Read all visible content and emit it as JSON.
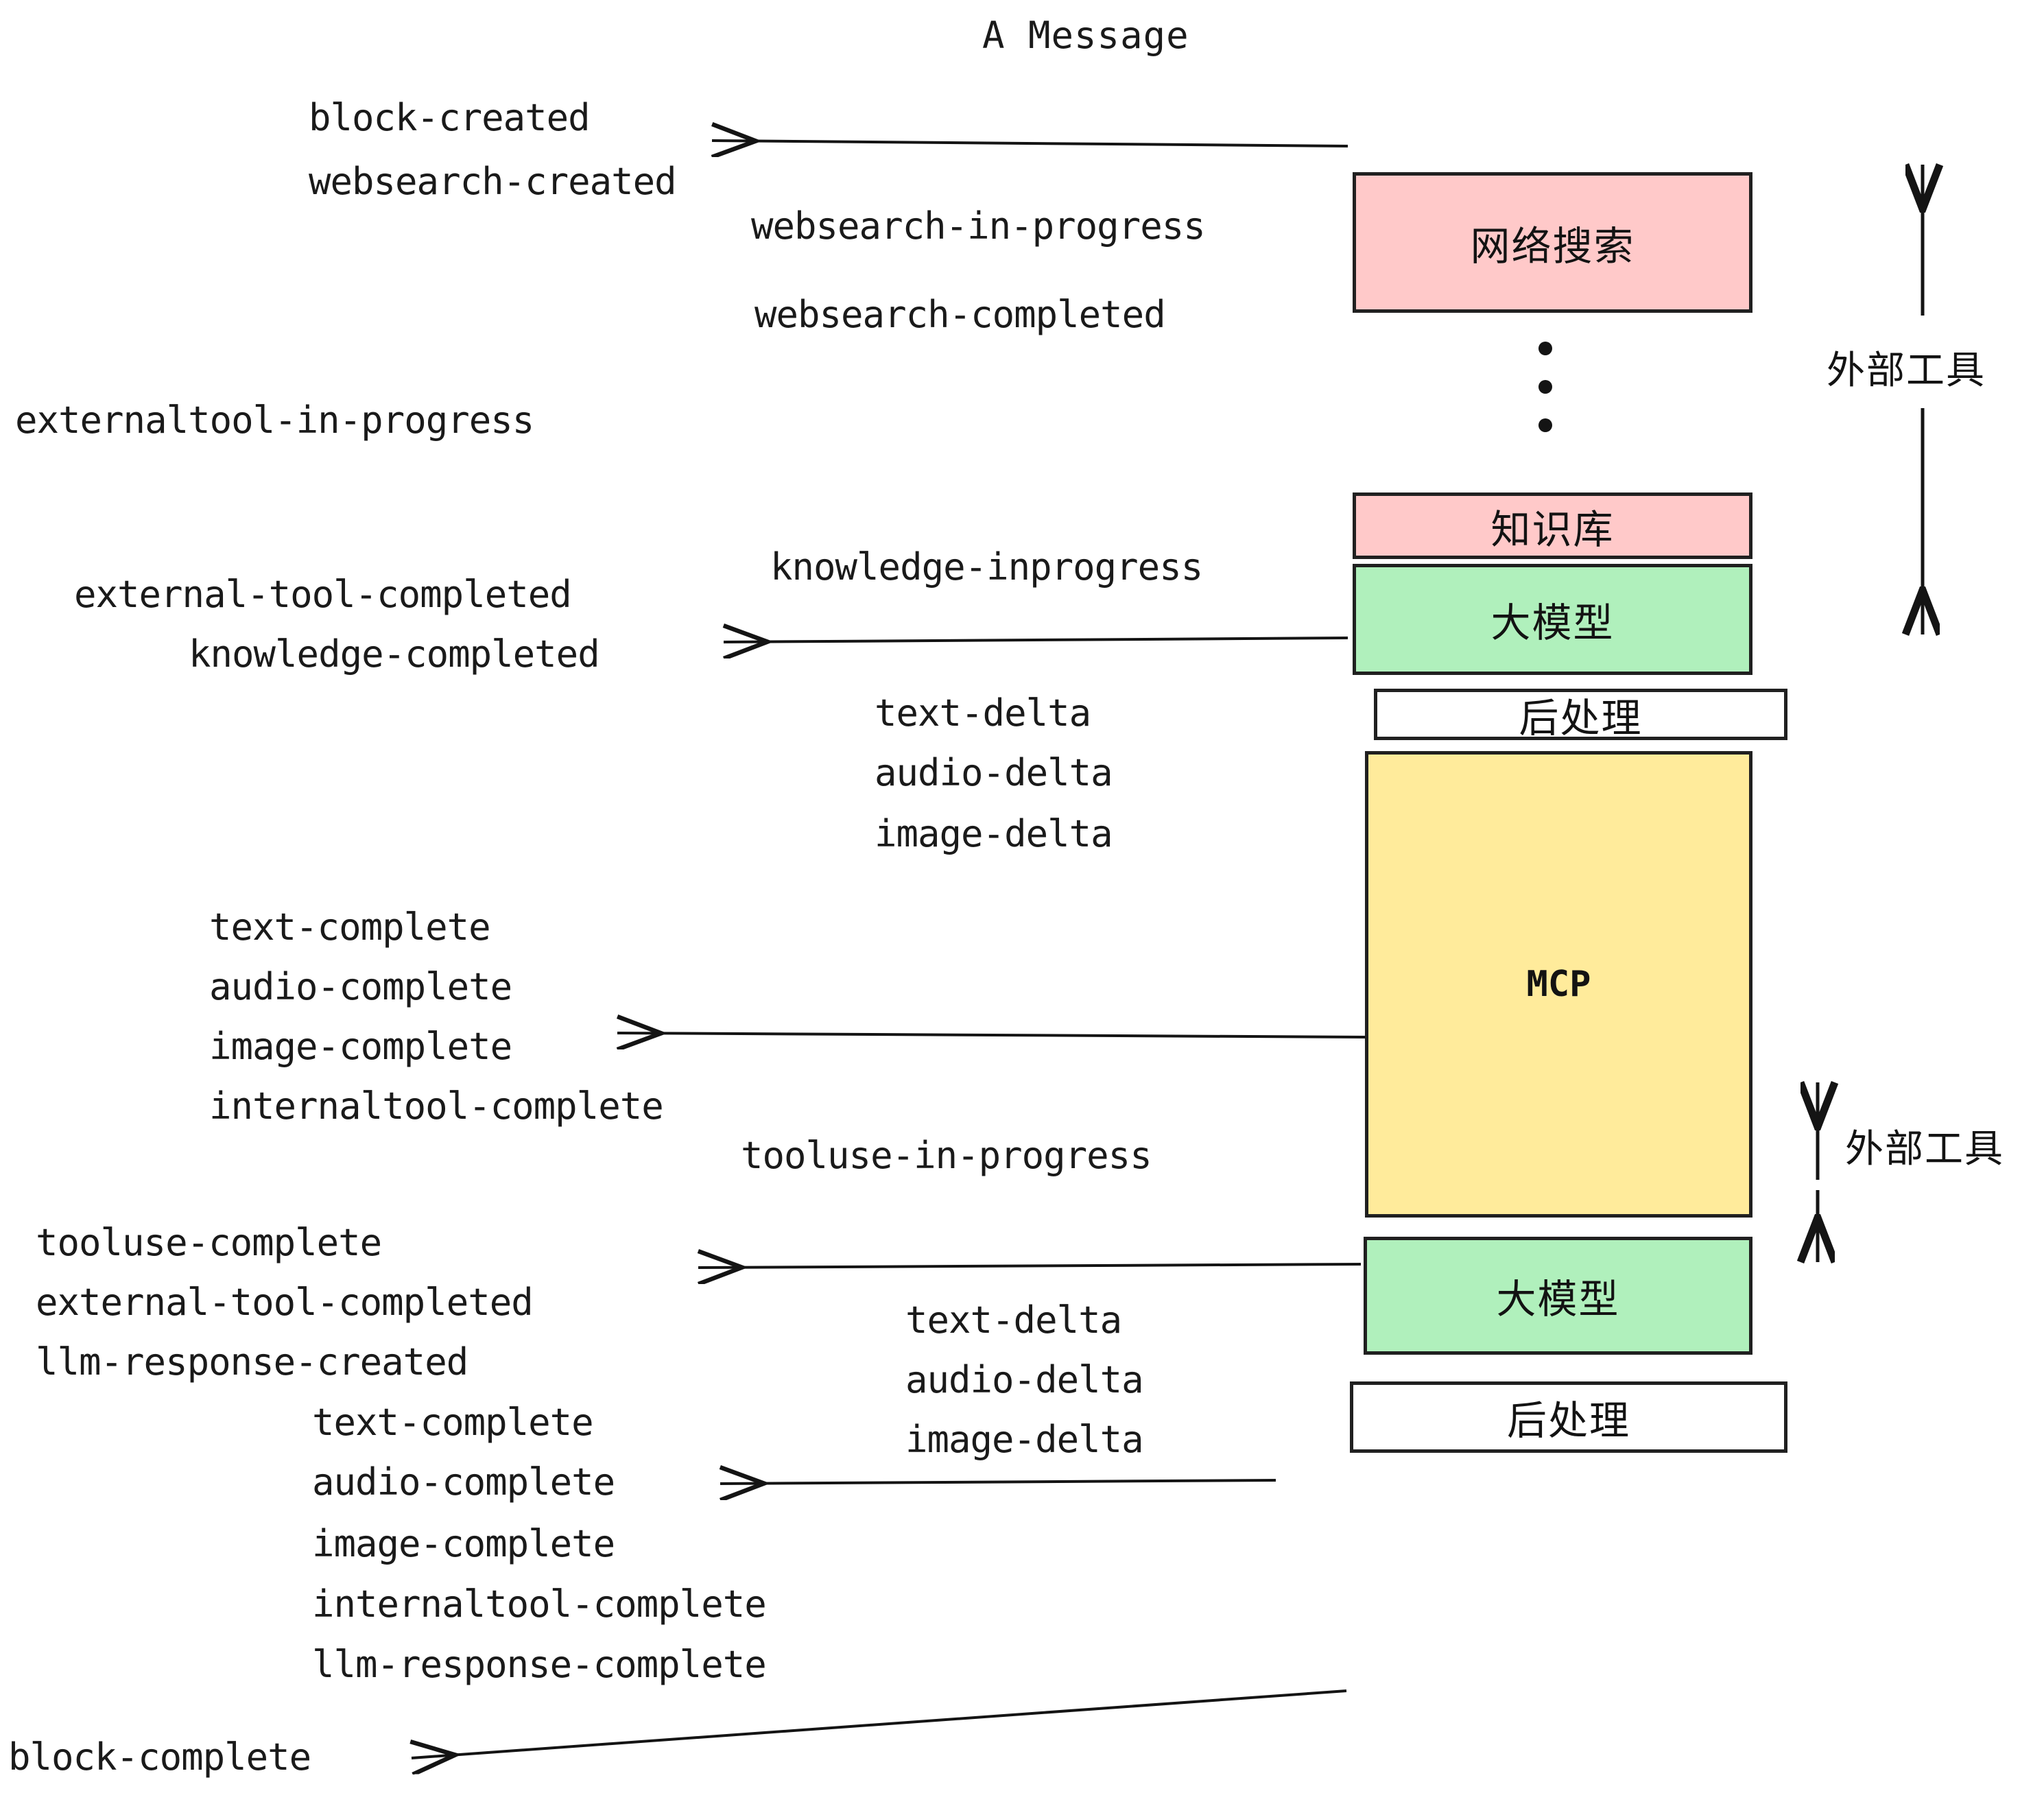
{
  "title": "A Message",
  "colors": {
    "pink": "#ffc9c9",
    "green": "#b0f0bc",
    "yellow": "#ffeb9b",
    "white": "#ffffff",
    "stroke": "#202020",
    "text": "#1a1a1a"
  },
  "nodes": [
    {
      "id": "websearch",
      "label": "网络搜索",
      "fill": "#ffc9c9"
    },
    {
      "id": "knowledge",
      "label": "知识库",
      "fill": "#ffc9c9"
    },
    {
      "id": "llm-1",
      "label": "大模型",
      "fill": "#b0f0bc"
    },
    {
      "id": "postproc-1",
      "label": "后处理",
      "fill": "#ffffff"
    },
    {
      "id": "mcp",
      "label": "MCP",
      "fill": "#ffeb9b"
    },
    {
      "id": "llm-2",
      "label": "大模型",
      "fill": "#b0f0bc"
    },
    {
      "id": "postproc-2",
      "label": "后处理",
      "fill": "#ffffff"
    }
  ],
  "brackets": [
    {
      "id": "external-tools-top",
      "label": "外部工具"
    },
    {
      "id": "external-tools-bottom",
      "label": "外部工具"
    }
  ],
  "events": [
    {
      "id": "e01",
      "text": "block-created"
    },
    {
      "id": "e02",
      "text": "websearch-created"
    },
    {
      "id": "e03",
      "text": "websearch-in-progress"
    },
    {
      "id": "e04",
      "text": "websearch-completed"
    },
    {
      "id": "e05",
      "text": "externaltool-in-progress"
    },
    {
      "id": "e06",
      "text": "knowledge-inprogress"
    },
    {
      "id": "e07",
      "text": "external-tool-completed"
    },
    {
      "id": "e08",
      "text": "knowledge-completed"
    },
    {
      "id": "e09",
      "text": "text-delta"
    },
    {
      "id": "e10",
      "text": "audio-delta"
    },
    {
      "id": "e11",
      "text": "image-delta"
    },
    {
      "id": "e12",
      "text": "text-complete"
    },
    {
      "id": "e13",
      "text": "audio-complete"
    },
    {
      "id": "e14",
      "text": "image-complete"
    },
    {
      "id": "e15",
      "text": "internaltool-complete"
    },
    {
      "id": "e16",
      "text": "tooluse-in-progress"
    },
    {
      "id": "e17",
      "text": "tooluse-complete"
    },
    {
      "id": "e18",
      "text": "external-tool-completed"
    },
    {
      "id": "e19",
      "text": "llm-response-created"
    },
    {
      "id": "e20",
      "text": "text-delta"
    },
    {
      "id": "e21",
      "text": "audio-delta"
    },
    {
      "id": "e22",
      "text": "image-delta"
    },
    {
      "id": "e23",
      "text": "text-complete"
    },
    {
      "id": "e24",
      "text": "audio-complete"
    },
    {
      "id": "e25",
      "text": "image-complete"
    },
    {
      "id": "e26",
      "text": "internaltool-complete"
    },
    {
      "id": "e27",
      "text": "llm-response-complete"
    },
    {
      "id": "e28",
      "text": "block-complete"
    }
  ]
}
